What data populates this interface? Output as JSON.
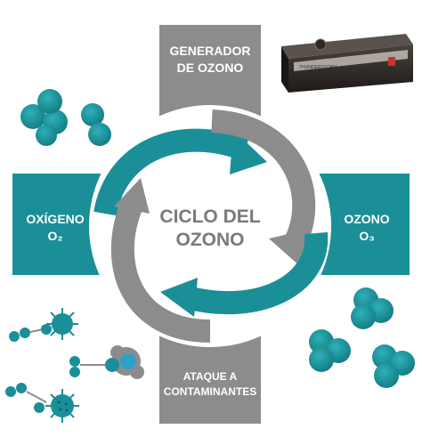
{
  "labels": {
    "generator_line1": "GENERADOR",
    "generator_line2": "DE OZONO",
    "oxygen_line1": "OXÍGENO",
    "oxygen_line2": "O₂",
    "ozone_line1": "OZONO",
    "ozone_line2": "O₃",
    "attack_line1": "ATAQUE A",
    "attack_line2": "CONTAMINANTES",
    "center_line1": "CICLO DEL",
    "center_line2": "OZONO"
  },
  "device": {
    "brand_text": "THUNDERSTORM"
  },
  "colors": {
    "teal": "#1a8f98",
    "gray": "#8c8c8c",
    "dark_gray": "#5a5a5a",
    "white": "#ffffff",
    "device_body": "#2a2522",
    "device_switch": "#c0392b"
  }
}
